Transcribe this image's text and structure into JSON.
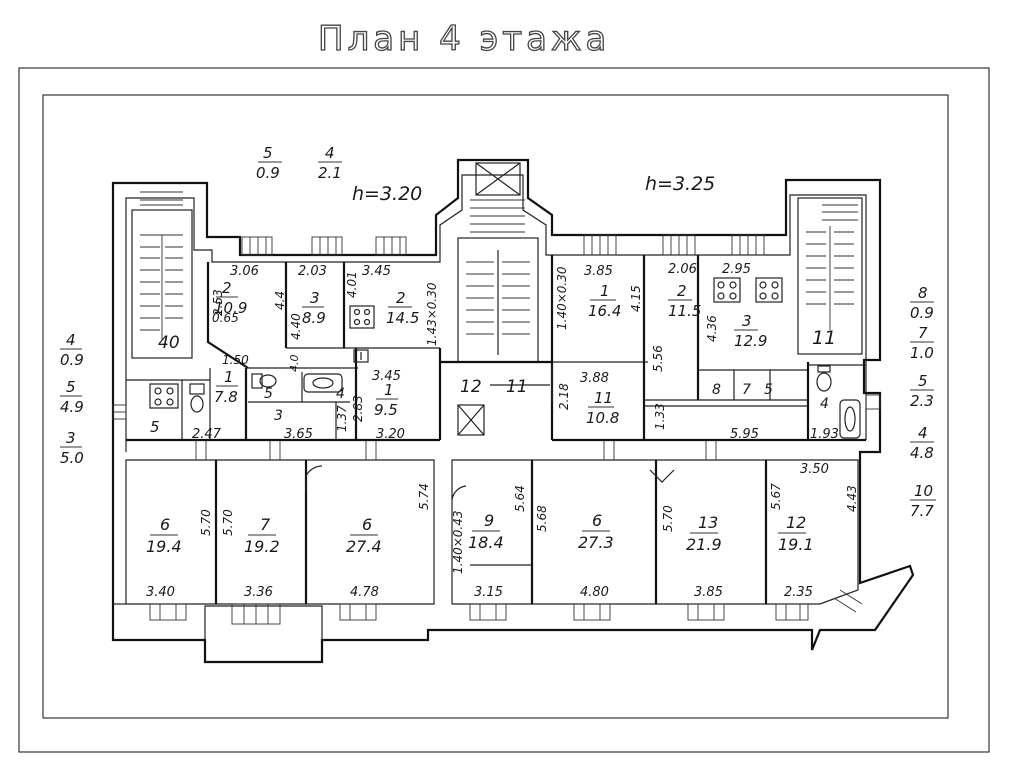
{
  "title": "План 4 этажа",
  "heights": {
    "left": "h=3.20",
    "right": "h=3.25"
  },
  "outside_left": [
    {
      "n": "4",
      "a": "0.9"
    },
    {
      "n": "5",
      "a": "4.9"
    },
    {
      "n": "3",
      "a": "5.0"
    }
  ],
  "outside_top": [
    {
      "n": "5",
      "a": "0.9"
    },
    {
      "n": "4",
      "a": "2.1"
    }
  ],
  "outside_right": [
    {
      "n": "8",
      "a": "0.9"
    },
    {
      "n": "7",
      "a": "1.0"
    },
    {
      "n": "5",
      "a": "2.3"
    },
    {
      "n": "4",
      "a": "4.8"
    },
    {
      "n": "10",
      "a": "7.7"
    }
  ],
  "rooms": {
    "l2a": {
      "n": "2",
      "a": "10.9"
    },
    "l3": {
      "n": "3",
      "a": "8.9"
    },
    "l2b": {
      "n": "2",
      "a": "14.5"
    },
    "l1a": {
      "n": "1",
      "a": "7.8"
    },
    "l1b": {
      "n": "1",
      "a": "9.5"
    },
    "r1": {
      "n": "1",
      "a": "16.4"
    },
    "r2": {
      "n": "2",
      "a": "11.5"
    },
    "r3": {
      "n": "3",
      "a": "12.9"
    },
    "r11": {
      "n": "11",
      "a": "10.8"
    },
    "b6a": {
      "n": "6",
      "a": "19.4"
    },
    "b7": {
      "n": "7",
      "a": "19.2"
    },
    "b6b": {
      "n": "6",
      "a": "27.4"
    },
    "b9": {
      "n": "9",
      "a": "18.4"
    },
    "b6c": {
      "n": "6",
      "a": "27.3"
    },
    "b13": {
      "n": "13",
      "a": "21.9"
    },
    "b12": {
      "n": "12",
      "a": "19.1"
    }
  },
  "labels": {
    "l40": "40",
    "l5": "5",
    "l5b": "5",
    "l3s": "3",
    "l4s": "4",
    "c12": "12",
    "c11": "11",
    "r11s": "11",
    "r8": "8",
    "r7": "7",
    "r5": "5",
    "r4": "4"
  },
  "dims": {
    "d306": "3.06",
    "d203": "2.03",
    "d345": "3.45",
    "d385": "3.85",
    "d206": "2.06",
    "d295": "2.95",
    "d253": "2.53",
    "d065": "0.65",
    "d150": "1.50",
    "d440": "4.40",
    "d401": "4.01",
    "d143": "1.43×0.30",
    "d345b": "3.45",
    "d283": "2.83",
    "d137": "1.37",
    "d247": "2.47",
    "d365": "3.65",
    "d320": "3.20",
    "d140": "1.40×0.30",
    "d415": "4.15",
    "d556": "5.56",
    "d436": "4.36",
    "d388": "3.88",
    "d218": "2.18",
    "d133": "1.33",
    "d595": "5.95",
    "d193": "1.93",
    "d350": "3.50",
    "d570a": "5.70",
    "d570b": "5.70",
    "d574": "5.74",
    "d564": "5.64",
    "d568": "5.68",
    "d570c": "5.70",
    "d567": "5.67",
    "d443": "4.43",
    "d1400": "1.40×0.43",
    "d340": "3.40",
    "d336": "3.36",
    "d478": "4.78",
    "d315": "3.15",
    "d480": "4.80",
    "d385b": "3.85",
    "d235": "2.35",
    "d44": "4.4",
    "d40": "4.0"
  }
}
